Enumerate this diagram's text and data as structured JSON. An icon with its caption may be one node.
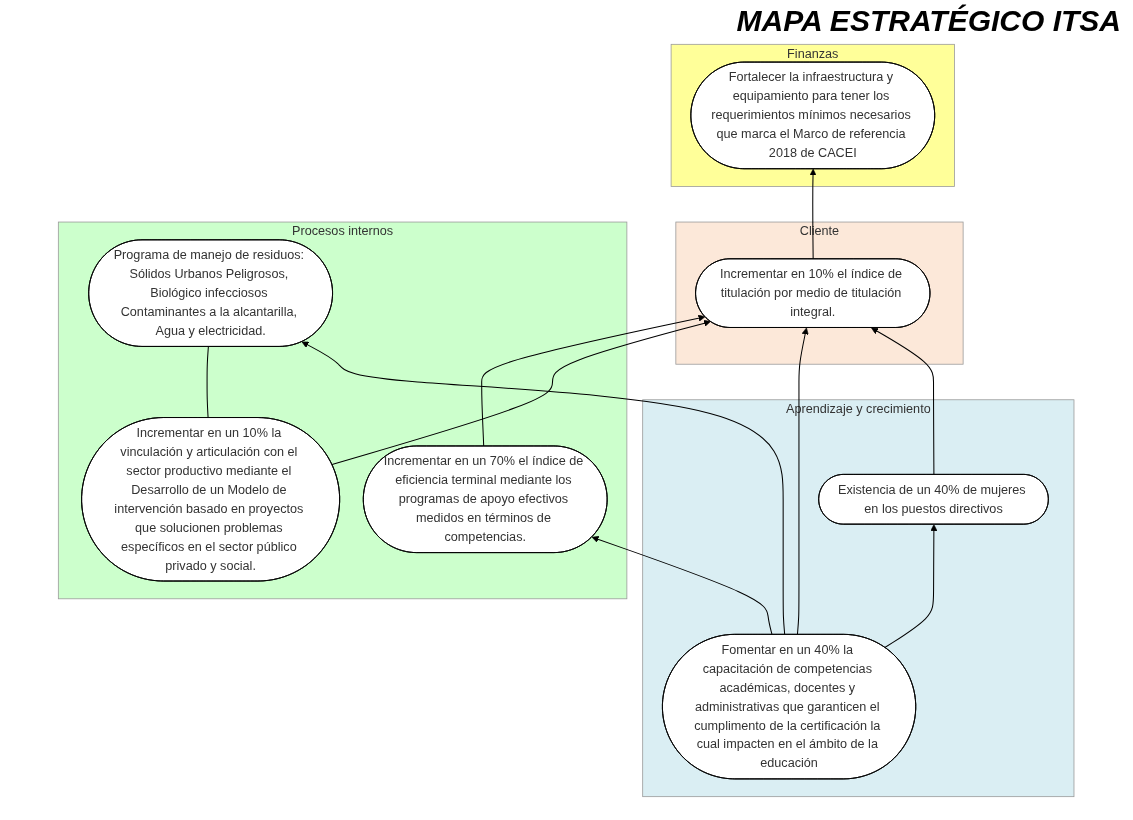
{
  "diagram": {
    "title": "MAPA ESTRATÉGICO ITSA",
    "nodes": [
      {
        "text": [
          "Finanzas"
        ]
      },
      {
        "text": [
          "Fortalecer la infraestructura y equipamiento para tener los requerimientos mínimos necesarios que marca el Marco de referencia 2018 de CACEI"
        ],
        "in": 0
      },
      {
        "text": [
          "Cliente"
        ]
      },
      {
        "text": [
          "Incrementar en 10% el índice de titulación por medio de titulación integral."
        ],
        "in": 2
      },
      {
        "text": [
          "Procesos internos"
        ]
      },
      {
        "text": [
          "Incrementar en un 10% la vinculación y articulación con el sector productivo mediante el Desarrollo de un Modelo de intervención basado en proyectos que solucionen problemas específicos en el sector público privado y social."
        ],
        "in": 4
      },
      {
        "text": [
          "Incrementar en un 70% el índice de eficiencia terminal mediante los programas de apoyo efectivos medidos en términos de competencias."
        ],
        "in": 4
      },
      {
        "text": [
          "Programa de manejo de residuos: Sólidos Urbanos Peligrosos, Biológico infecciosos Contaminantes a la alcantarilla, Agua y electricidad."
        ],
        "in": 4
      },
      {
        "text": [
          "Aprendizaje y crecimiento"
        ]
      },
      {
        "text": [
          "Existencia de un 40% de mujeres en los puestos directivos"
        ],
        "in": 8
      },
      {
        "text": [
          "Fomentar en un 40% la capacitación de competencias académicas, docentes y administrativas que garanticen el cumplimento de la certificación la cual impacten en el ámbito de la educación"
        ],
        "in": 8
      }
    ],
    "edges": [
      {
        "from": 3,
        "to": 1,
        "arrow": "to"
      },
      {
        "from": 6,
        "to": 3,
        "arrow": "to"
      },
      {
        "from": 5,
        "to": 3,
        "arrow": "to"
      },
      {
        "from": 5,
        "to": 7,
        "arrow": "none"
      },
      {
        "from": 10,
        "to": 6,
        "arrow": "to"
      },
      {
        "from": 10,
        "to": 3,
        "arrow": "to"
      },
      {
        "from": 10,
        "to": 7,
        "arrow": "to"
      },
      {
        "from": 10,
        "to": 9,
        "arrow": "to"
      },
      {
        "from": 9,
        "to": 3,
        "arrow": "to"
      }
    ]
  }
}
